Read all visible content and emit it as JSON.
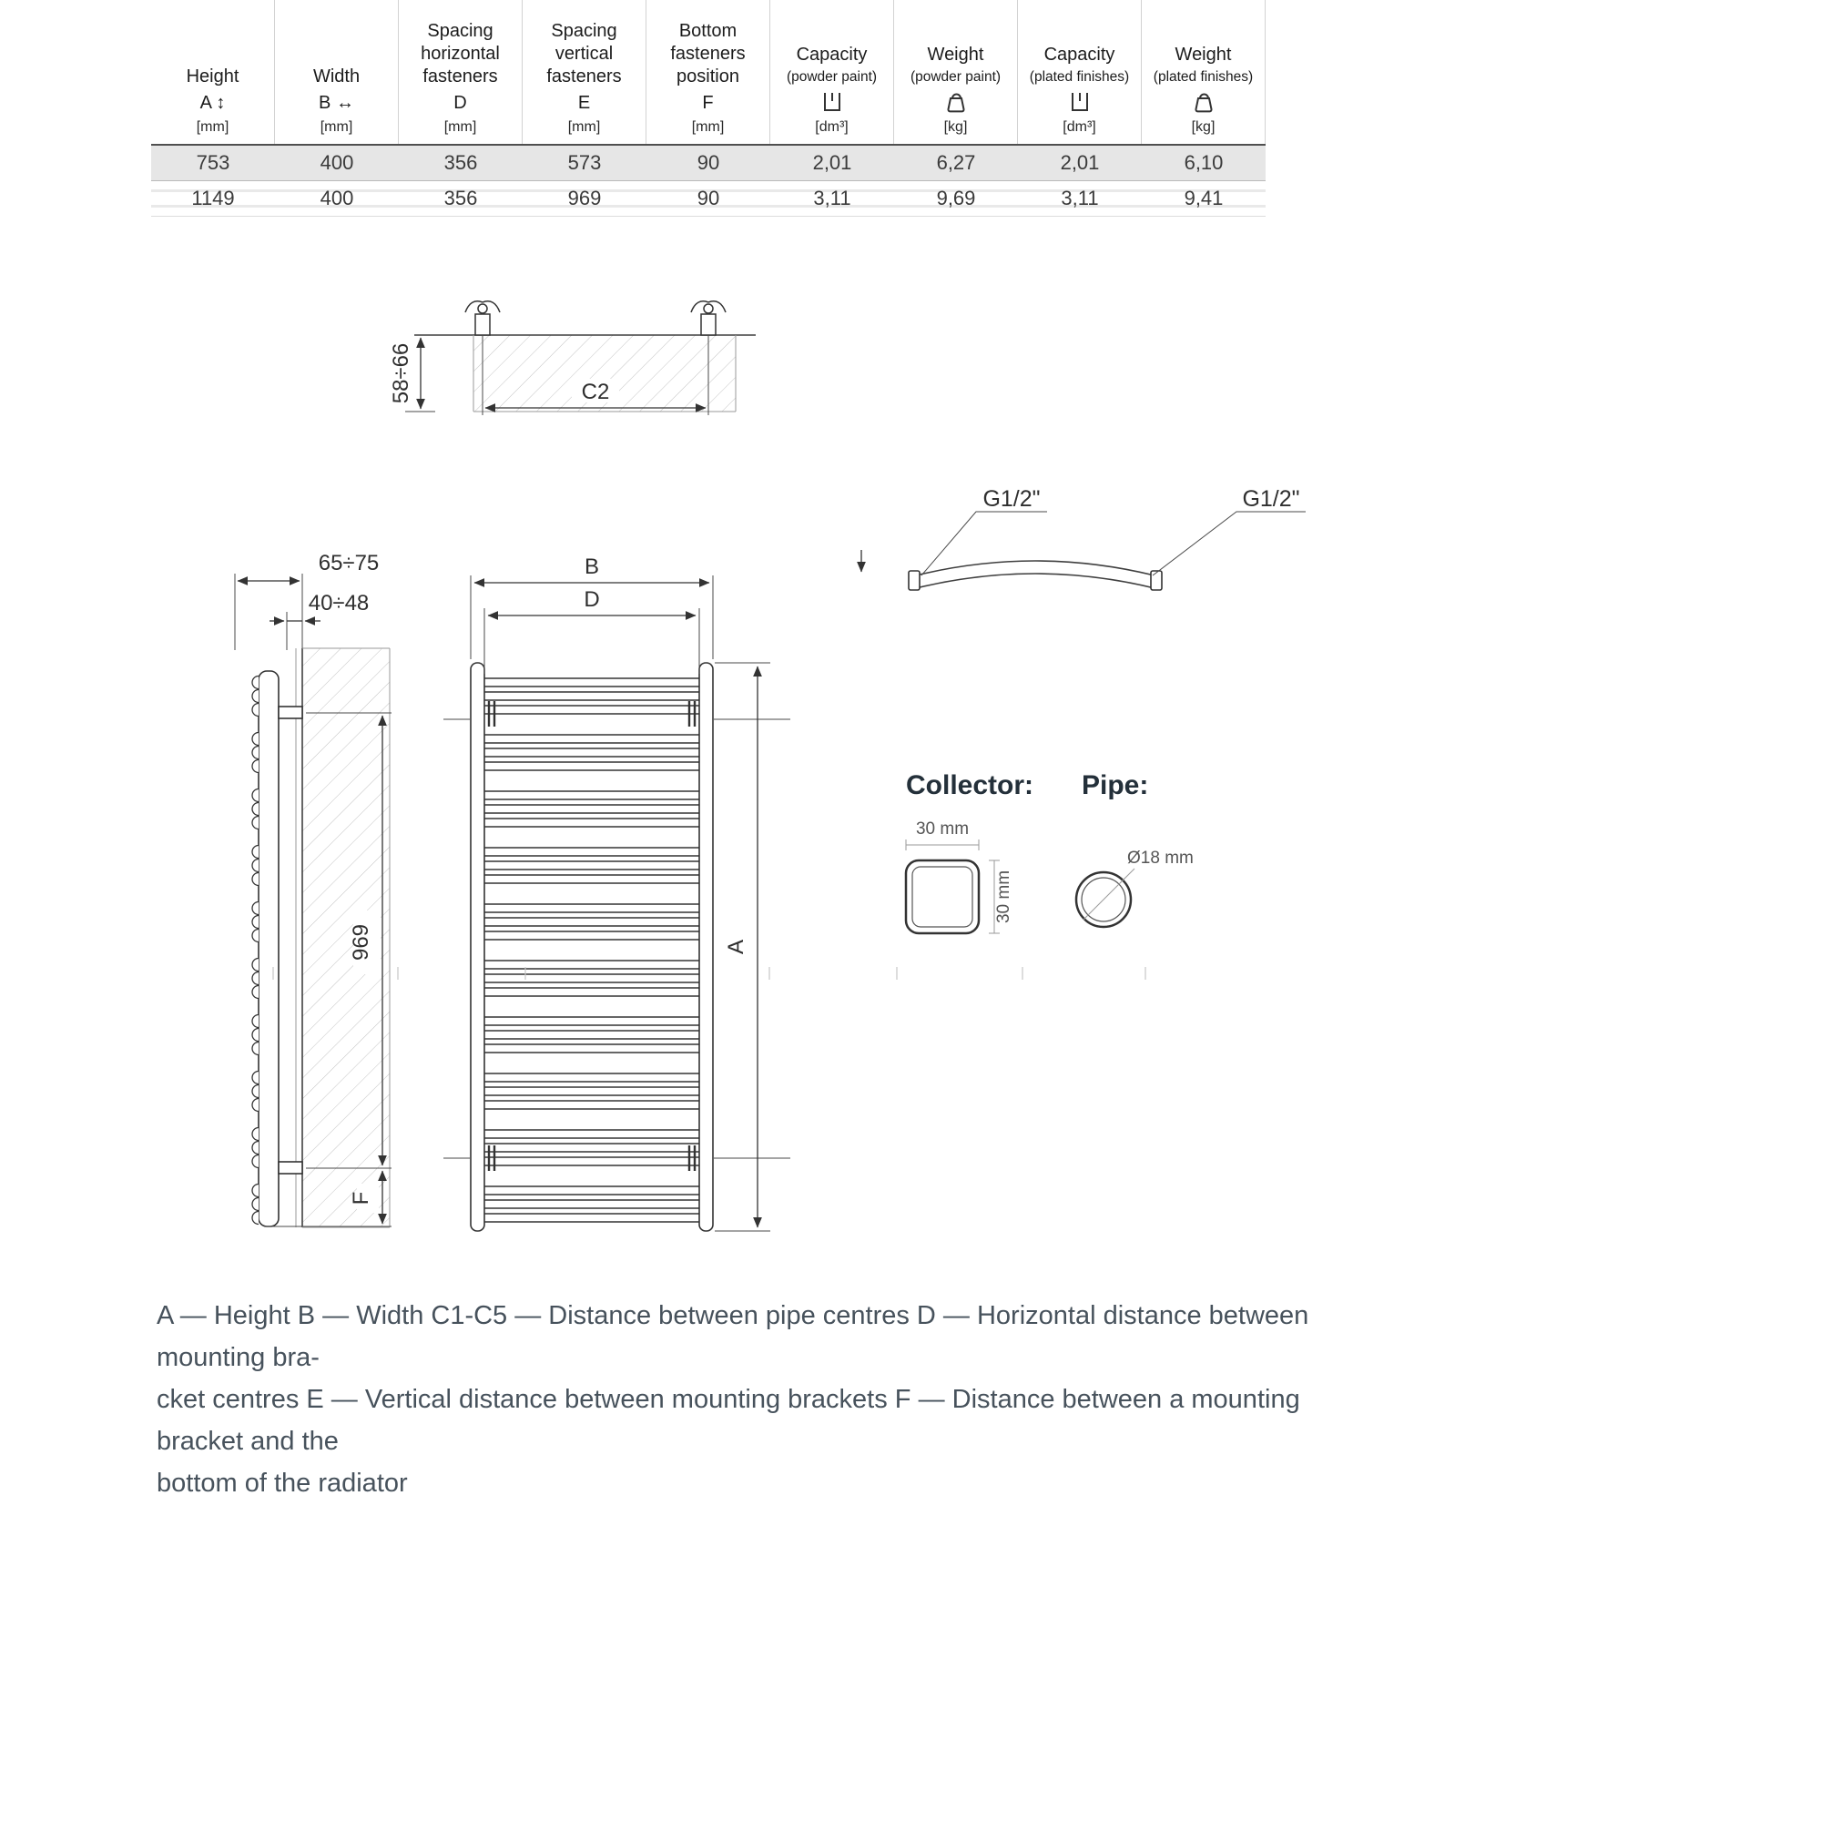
{
  "table": {
    "headers": [
      {
        "lines": [
          "Height"
        ],
        "symbol": "A ↕",
        "unit": "[mm]"
      },
      {
        "lines": [
          "Width"
        ],
        "symbol": "B ↔",
        "unit": "[mm]"
      },
      {
        "lines": [
          "Spacing",
          "horizontal",
          "fasteners"
        ],
        "symbol": "D",
        "unit": "[mm]"
      },
      {
        "lines": [
          "Spacing",
          "vertical",
          "fasteners"
        ],
        "symbol": "E",
        "unit": "[mm]"
      },
      {
        "lines": [
          "Bottom",
          "fasteners",
          "position"
        ],
        "symbol": "F",
        "unit": "[mm]"
      },
      {
        "lines": [
          "Capacity"
        ],
        "sub": "(powder paint)",
        "icon": "capacity-icon",
        "unit": "[dm³]"
      },
      {
        "lines": [
          "Weight"
        ],
        "sub": "(powder paint)",
        "icon": "weight-icon",
        "unit": "[kg]"
      },
      {
        "lines": [
          "Capacity"
        ],
        "sub": "(plated finishes)",
        "icon": "capacity-icon",
        "unit": "[dm³]"
      },
      {
        "lines": [
          "Weight"
        ],
        "sub": "(plated finishes)",
        "icon": "weight-icon",
        "unit": "[kg]"
      }
    ],
    "rows": [
      [
        "753",
        "400",
        "356",
        "573",
        "90",
        "2,01",
        "6,27",
        "2,01",
        "6,10"
      ],
      [
        "1149",
        "400",
        "356",
        "969",
        "90",
        "3,11",
        "9,69",
        "3,11",
        "9,41"
      ]
    ]
  },
  "drawings": {
    "bracket_detail": {
      "dim_vertical": "58÷66",
      "dim_horizontal": "C2"
    },
    "side_view": {
      "dim_depth": "65÷75",
      "dim_bracket": "40÷48",
      "dim_vertical_spacing": "969",
      "dim_bottom": "F"
    },
    "front_view": {
      "dim_width": "B",
      "dim_fastener_spacing": "D",
      "dim_height": "A"
    },
    "top_view": {
      "thread_left": "G1/2\"",
      "thread_right": "G1/2\""
    },
    "collector": {
      "title": "Collector:",
      "dim_width": "30 mm",
      "dim_height": "30 mm"
    },
    "pipe": {
      "title": "Pipe:",
      "dim_diameter": "Ø18 mm"
    }
  },
  "legend": {
    "lines": [
      "A — Height B — Width C1-C5 — Distance between pipe centres D — Horizontal distance between mounting bra-",
      "cket centres E — Vertical distance between mounting brackets F — Distance between a mounting bracket and the",
      "bottom of the radiator"
    ]
  }
}
